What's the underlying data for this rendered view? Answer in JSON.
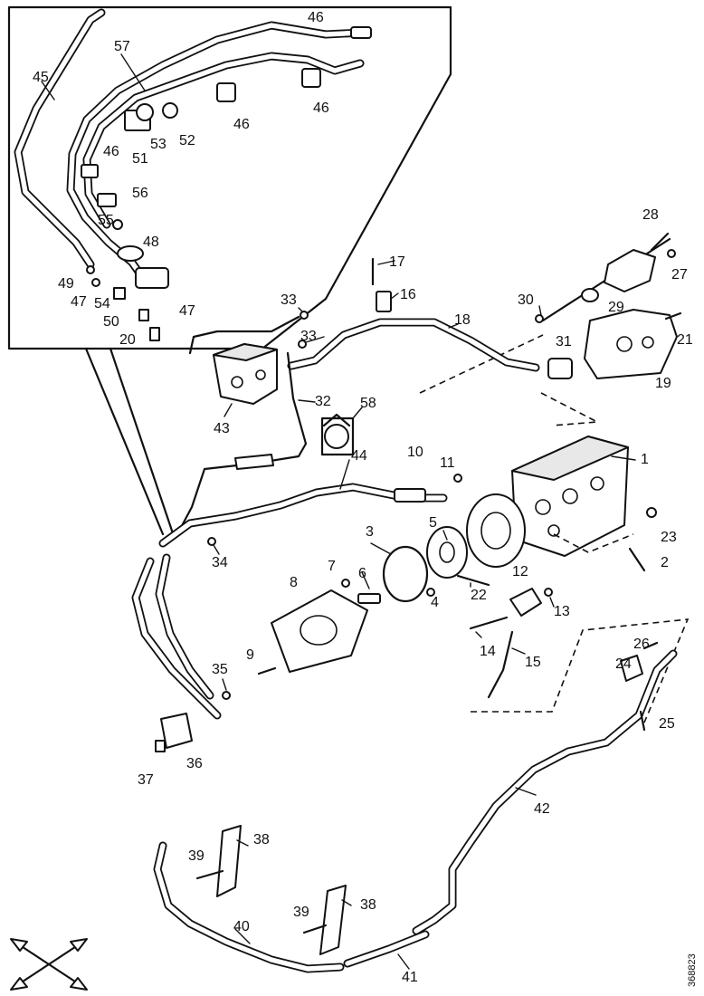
{
  "drawing_id": "368823",
  "callouts": [
    {
      "label": "57"
    },
    {
      "label": "45"
    },
    {
      "label": "46"
    },
    {
      "label": "46"
    },
    {
      "label": "52"
    },
    {
      "label": "53"
    },
    {
      "label": "51"
    },
    {
      "label": "46"
    },
    {
      "label": "46"
    },
    {
      "label": "56"
    },
    {
      "label": "55"
    },
    {
      "label": "48"
    },
    {
      "label": "49"
    },
    {
      "label": "47"
    },
    {
      "label": "54"
    },
    {
      "label": "47"
    },
    {
      "label": "50"
    },
    {
      "label": "20"
    },
    {
      "label": "28"
    },
    {
      "label": "27"
    },
    {
      "label": "17"
    },
    {
      "label": "16"
    },
    {
      "label": "30"
    },
    {
      "label": "29"
    },
    {
      "label": "33"
    },
    {
      "label": "18"
    },
    {
      "label": "21"
    },
    {
      "label": "33"
    },
    {
      "label": "31"
    },
    {
      "label": "19"
    },
    {
      "label": "43"
    },
    {
      "label": "32"
    },
    {
      "label": "58"
    },
    {
      "label": "10"
    },
    {
      "label": "11"
    },
    {
      "label": "1"
    },
    {
      "label": "44"
    },
    {
      "label": "3"
    },
    {
      "label": "5"
    },
    {
      "label": "23"
    },
    {
      "label": "34"
    },
    {
      "label": "2"
    },
    {
      "label": "7"
    },
    {
      "label": "6"
    },
    {
      "label": "12"
    },
    {
      "label": "22"
    },
    {
      "label": "8"
    },
    {
      "label": "4"
    },
    {
      "label": "13"
    },
    {
      "label": "14"
    },
    {
      "label": "9"
    },
    {
      "label": "15"
    },
    {
      "label": "26"
    },
    {
      "label": "24"
    },
    {
      "label": "35"
    },
    {
      "label": "25"
    },
    {
      "label": "37"
    },
    {
      "label": "36"
    },
    {
      "label": "42"
    },
    {
      "label": "38"
    },
    {
      "label": "39"
    },
    {
      "label": "39"
    },
    {
      "label": "38"
    },
    {
      "label": "40"
    },
    {
      "label": "41"
    }
  ]
}
